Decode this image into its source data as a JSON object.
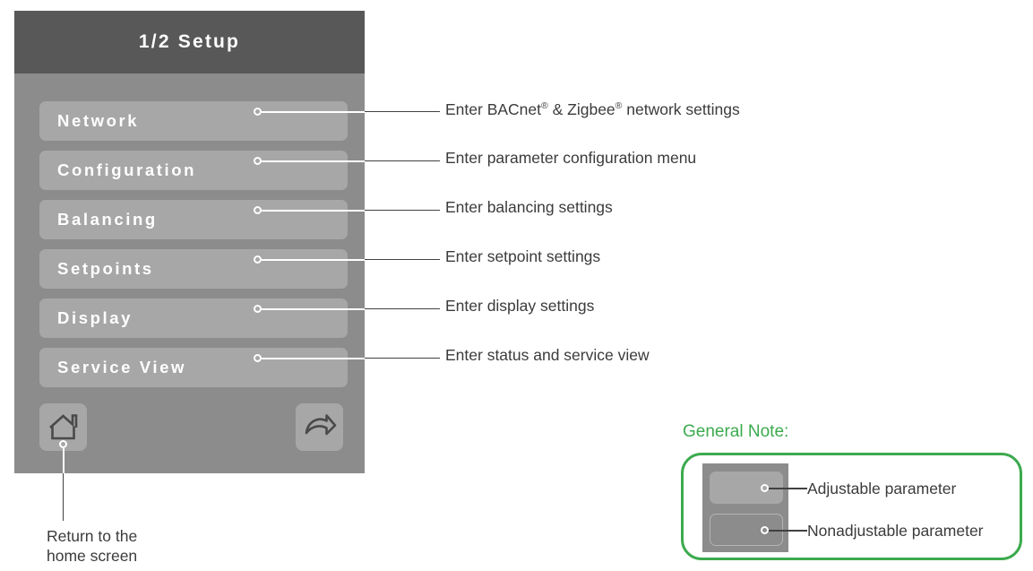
{
  "device": {
    "title": "1/2 Setup",
    "menu_items": [
      {
        "label": "Network",
        "annotation": "Enter BACnet® & Zigbee® network settings"
      },
      {
        "label": "Configuration",
        "annotation": "Enter parameter configuration menu"
      },
      {
        "label": "Balancing",
        "annotation": "Enter balancing settings"
      },
      {
        "label": "Setpoints",
        "annotation": "Enter setpoint settings"
      },
      {
        "label": "Display",
        "annotation": "Enter display settings"
      },
      {
        "label": "Service View",
        "annotation": "Enter status and service view"
      }
    ],
    "footer_buttons": [
      {
        "icon": "home-icon",
        "name": "home-button"
      },
      {
        "icon": "forward-arrow-icon",
        "name": "next-page-button"
      }
    ],
    "home_caption_line1": "Return to the",
    "home_caption_line2": "home screen"
  },
  "annotations": {
    "network": "Enter BACnet® & Zigbee® network settings",
    "configuration": "Enter parameter configuration menu",
    "balancing": "Enter balancing settings",
    "setpoints": "Enter setpoint settings",
    "display": "Enter display settings",
    "service_view": "Enter status and service view"
  },
  "general_note": {
    "title": "General Note:",
    "legend": [
      {
        "key": "adjustable",
        "label": "Adjustable parameter"
      },
      {
        "key": "nonadjustable",
        "label": "Nonadjustable parameter"
      }
    ]
  },
  "colors": {
    "panel_body": "#8c8c8c",
    "panel_header": "#585858",
    "button_fill": "#a7a7a7",
    "note_green": "#3caa4e",
    "text_dark": "#3b3b3b",
    "lead_line": "#414141"
  }
}
